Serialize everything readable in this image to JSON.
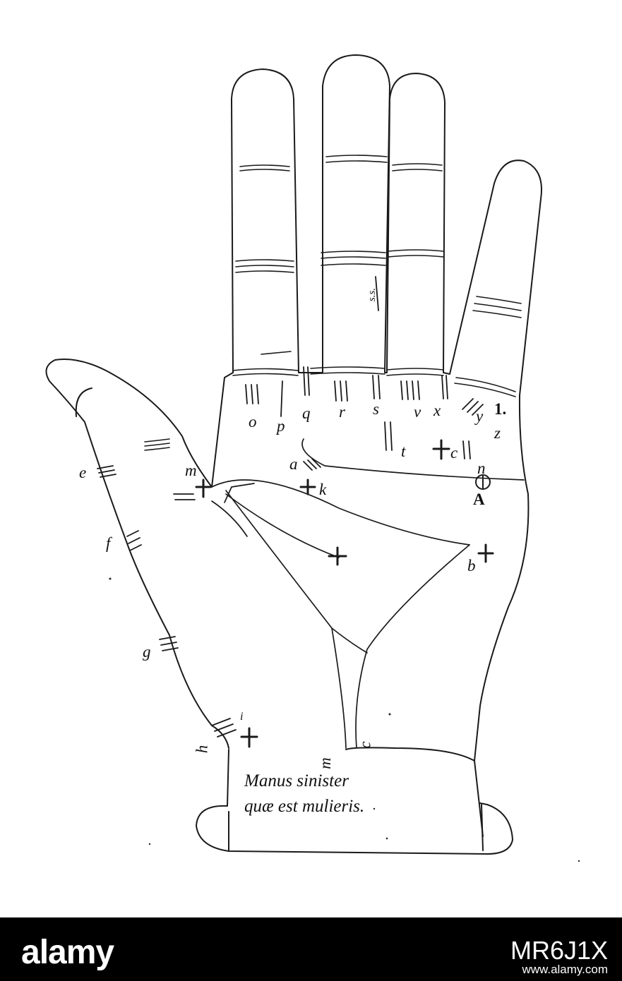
{
  "caption": {
    "line1": "Manus sinister",
    "line2": "quæ est mulieris."
  },
  "labels": {
    "o": "o",
    "p": "p",
    "q": "q",
    "r": "r",
    "s": "s",
    "v": "v",
    "x": "x",
    "y": "y",
    "z": "z",
    "one": "1.",
    "t": "t",
    "c": "c",
    "n": "n",
    "A": "A",
    "a": "a",
    "k": "k",
    "m_top": "m",
    "e": "e",
    "f": "f",
    "g": "g",
    "h": "h",
    "i": "i",
    "b": "b",
    "m_wrist": "m",
    "c_wrist": "c",
    "ss": "s.s."
  },
  "watermark": {
    "logo": "alamy",
    "image_id": "MR6J1X",
    "url": "www.alamy.com"
  }
}
